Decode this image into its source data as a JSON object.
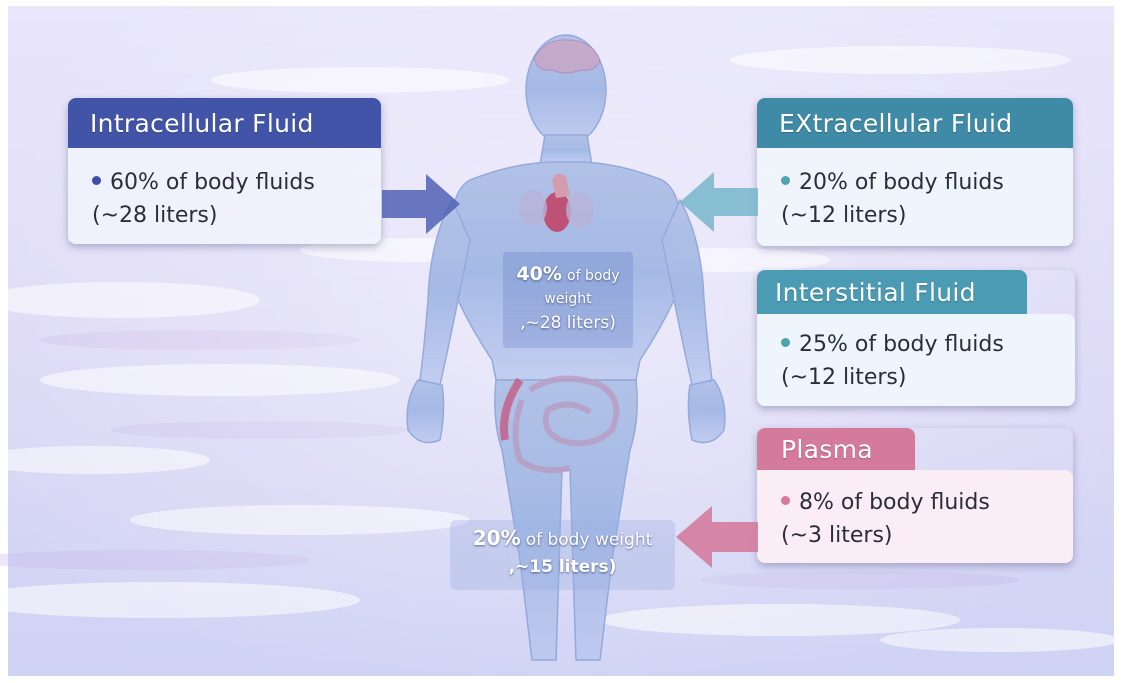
{
  "colors": {
    "intracellular": "#4254a8",
    "extracellular": "#3f8aa6",
    "interstitial": "#4a9bb3",
    "plasma": "#d47a9b",
    "dot_blue": "#3b4fa8",
    "dot_teal": "#4ea3ad",
    "dot_pink": "#d9789a"
  },
  "intracellular": {
    "title": "Intracellular Fluid",
    "percent": "60% of body fluids",
    "volume": "(~28 liters)"
  },
  "extracellular": {
    "title": "EXtracellular Fluid",
    "percent": "20% of body fluids",
    "volume": "(~12 liters)"
  },
  "interstitial": {
    "title": "Interstitial Fluid",
    "percent": "25% of body fluids",
    "volume": "(~12 liters)"
  },
  "plasma": {
    "title": "Plasma",
    "percent": "8% of body fluids",
    "volume": "(~3 liters)"
  },
  "torso_label": {
    "percent": "40%",
    "text1": "of body",
    "text2": "weight",
    "volume": ",~28 liters)"
  },
  "legs_label": {
    "percent": "20%",
    "text": "of body weight",
    "volume": ",~15 liters)"
  },
  "icons": [
    "human-body-figure",
    "heart-icon",
    "intestines-icon",
    "brain-icon"
  ]
}
